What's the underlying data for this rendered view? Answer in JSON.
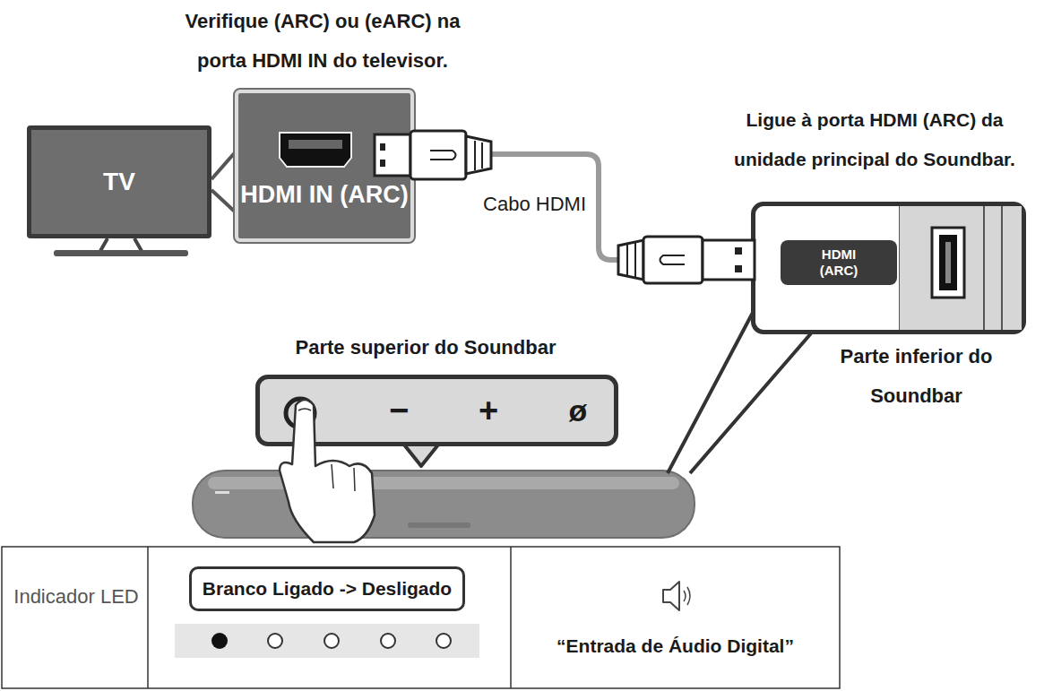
{
  "diagram": {
    "nodes": [
      {
        "text": [
          "TV"
        ]
      },
      {
        "text": [
          "HDMI IN (ARC)"
        ]
      },
      {
        "text": [
          "HDMI (ARC)"
        ]
      },
      {
        "text": [
          "−",
          "+",
          "ø"
        ]
      },
      {
        "text": [
          "Branco Ligado -> Desligado"
        ]
      }
    ],
    "edges": [
      {
        "from": 1,
        "to": 2,
        "arrow": "none",
        "label": "Cabo HDMI"
      }
    ],
    "labels": [
      "Verifique (ARC) ou (eARC) na porta HDMI IN do televisor.",
      "Ligue à porta HDMI (ARC) da unidade principal do Soundbar.",
      "Parte superior do Soundbar",
      "Parte inferior do Soundbar",
      "Indicador LED",
      "“Entrada de Áudio Digital”"
    ]
  }
}
